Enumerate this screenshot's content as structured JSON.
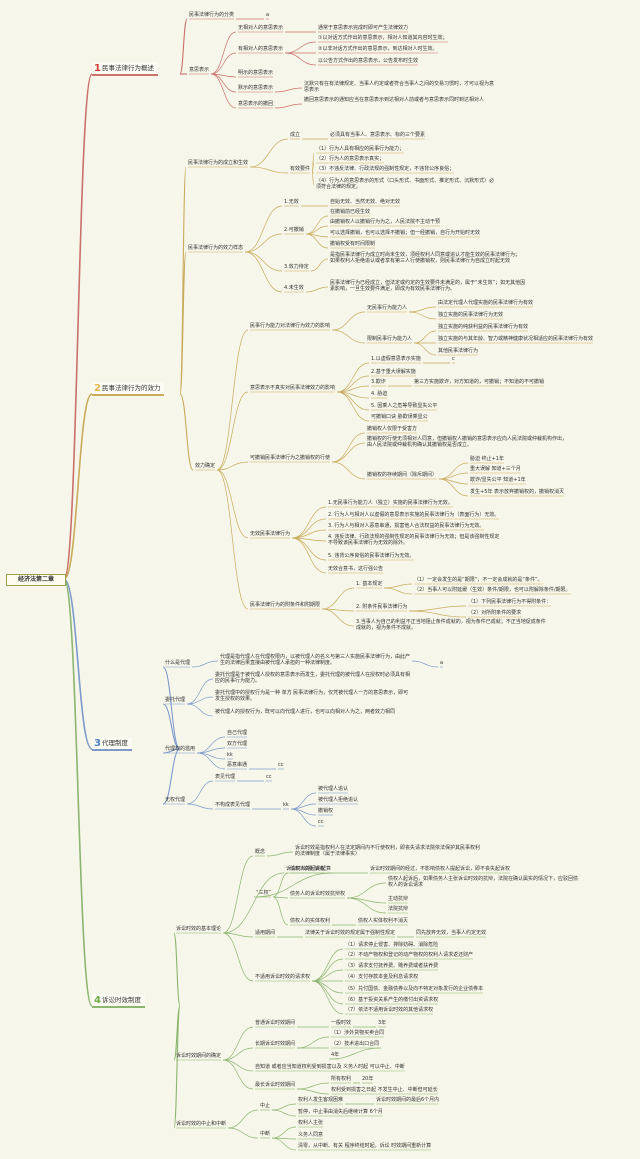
{
  "root": "经济法第二章",
  "sections": [
    {
      "num": "1",
      "title": "民事法律行为概述",
      "color": "#d23c35"
    },
    {
      "num": "2",
      "title": "民事法律行为的效力",
      "color": "#e3b74a"
    },
    {
      "num": "3",
      "title": "代理制度",
      "color": "#4f7fc7"
    },
    {
      "num": "4",
      "title": "诉讼时效制度",
      "color": "#6fa84a"
    }
  ],
  "line_colors": {
    "s1": "#c9716b",
    "s2": "#c8ab5c",
    "s3": "#7d9acb",
    "s4": "#8cb56f"
  },
  "nodes": [
    "民事法律行为的分类",
    "a",
    "意思表示",
    "无相对人的意思表示",
    "通常于意思表示完成时即可产生法律效力",
    "有相对人的意思表示",
    "①以对话方式作出的意思表示，相对人知道其内容时生效；",
    "②以非对话方式作出的意思表示，到达相对人时生效。",
    "以公告方式作出的意思表示，公告发布时生效",
    "明示的意思表示",
    "默示的意思表示",
    "沉默只有在有法律规定、当事人约定或者符合当事人之间的交易习惯时，才可以视为意思表示",
    "意思表示的撤回",
    "撤回意思表示的通知应当在意思表示到达相对人前或者与意思表示同时到达相对人",
    "民事法律行为的成立和生效",
    "成立",
    "必须具有当事人、意思表示、标的三个要素",
    "有效要件",
    "（1）行为人具有相应的民事行为能力；",
    "（2）行为人的意思表示真实；",
    "（3）不违反法律、行政法规的强制性规定，不违背公序良俗；",
    "（4）行为人的意思表示的形式（口头形式、书面形式、推定形式、沉默形式）必须符合法律的规定。",
    "民事法律行为的效力样态",
    "1.无效",
    "自始无效、当然无效、绝对无效",
    "2.可撤销",
    "在撤销前已经生效",
    "由撤销权人以撤销行为为之，人民法院不主动干预",
    "可以选择撤销，也可以选择不撤销；但一经撤销，自行为开始时无效",
    "撤销权受有时间限制",
    "3.效力待定",
    "是指民事法律行为成立时尚未生效，须经权利人同意或追认才能生效的民事法律行为；如果权利人拒绝追认或者享有第三人行使撤销权，则民事法律行为自成立时起无效",
    "4.未生效",
    "民事法律行为已经成立，但法定或约定的生效要件未满足的，属于“未生效”；如无其他因素影响，一旦生效要件满足，即成为有效民事法律行为。",
    "效力确定",
    "民事行为能力对法律行为效力的影响",
    "无民事行为能力人",
    "由法定代理人代理实施的民事法律行为有效",
    "独立实施的民事法律行为无效",
    "限制民事行为能力人",
    "独立实施的纯获利益的民事法律行为有效",
    "独立实施的与其年龄、智力或精神健康状况相适应的民事法律行为有效",
    "其他民事法律行为",
    "意思表示不真实对民事法律效力的影响",
    "1.以虚假意思表示实施",
    "c",
    "2.基于重大误解实施",
    "3.欺诈",
    "第三方实施欺诈，对方知道的，可撤销；不知道的不可撤销",
    "4. 胁迫",
    "5. 因乘人之危等导致显失公平",
    "可撤销口诀 胁欺误乘显公",
    "可撤销民事法律行为之撤销权的行使",
    "撤销权人仅限于受害方",
    "撤销权的行使无须相对人同意，但撤销权人撤销的意思表示应向人民法院或仲裁机构作出，由人民法院或仲裁机构确认其撤销权是否成立。",
    "撤销权的存续期间（除斥期间）",
    "胁迫 终止+1年",
    "重大误解 知道+三个月",
    "欺诈/显失公平 知道+1年",
    "发生+5年 表示放弃撤销权的，撤销权消灭",
    "无效民事法律行为",
    "1.无民事行为能力人（独立）实施的民事法律行为无效。",
    "2. 行为人与相对人以虚假的意思表示实施的民事法律行为（表面行为）无效。",
    "3. 行为人与相对人恶意串通，损害他人合法权益的民事法律行为无效。",
    "4. 违反法律、行政法规的强制性规定的民事法律行为无效；但是该强制性规定不导致该民事法律行为无效的除外。",
    "5. 违背公序良俗的民事法律行为无效。",
    "无效合意书，这行强公告",
    "民事法律行为的附条件和附期限",
    "1. 基本规定",
    "（1）一定会发生的是“期限”，不一定会成就的是“条件”。",
    "（2）当事人可以附延缓（生效）条件/期限，也可以附解除条件/期限。",
    "2. 附条件民事法律行为",
    "（1）下列民事法律行为不得附条件：",
    "（2）对所附条件的要求",
    "3.当事人为自己的利益不正当地阻止条件成就的，视为条件已成就；不正当地促成条件成就的，视为条件不成就。",
    "什么是代理",
    "代理是指代理人在代理权限内，以被代理人的名义与第三人实施民事法律行为，由此产生的法律后果直接由被代理人承担的一种法律制度。",
    "a",
    "委托代理",
    "委托代理是于被代理人授权的意思表示而发生，委托代理的被代理人在授权时必须具有相应的民事行为能力。",
    "委托代理中的授权行为是一种 单方 民事法律行为，仅凭被代理人一方的意思表示，即可发生授权的效果。",
    "被代理人的授权行为，既可以向代理人进行，也可以向相对人为之，两者效力相同",
    "代理权的滥用",
    "自己代理",
    "双方代理",
    "kk",
    "恶意串通",
    "cc",
    "无权代理",
    "表见代理",
    "cc",
    "不构成表见代理",
    "kk",
    "被代理人追认",
    "被代理人拒绝追认",
    "撤销权",
    "cc",
    "诉讼时效的基本理论",
    "概念",
    "诉讼时效是指权利人在法定期间内不行使权利，即丧失请求法院依法保护其民事权利的法律制度（属于法律事实）",
    "诉讼时效期间的起算",
    "“三权”",
    "债权人的起诉权",
    "诉讼时效期间的经过，不影响债权人提起诉讼，即不丧失起诉权",
    "债务人的诉讼时效抗辩权",
    "债权人起诉后，如果债务人主张诉讼时效的抗辩，法院在确认属实的情况下，应驳回债权人的诉讼请求",
    "主动抗辩",
    "法院抗辩",
    "债权人的实体权利",
    "债权人实体权利不消灭",
    "适用期间",
    "法律关于诉讼时效的规定属于强制性规定",
    "同先放弃无效，当事人约定无效",
    "不适用诉讼时效的请求权",
    "（1）请求停止侵害、排除妨碍、消除危险",
    "（2）不动产物权和登记的动产物权的权利人请求返还财产",
    "（3）请求支付抚养费、赡养费或者扶养费",
    "（4）支付存款本金及利息请求权",
    "（5）兑付国债、金融债券以及向不特定对象发行的企业债券本",
    "（6）基于投资关系产生的缴付出资请求权",
    "（7）依法不适用诉讼时效的其他请求权",
    "诉讼时效期间的确定",
    "普通诉讼时效期间",
    "一般时效",
    "3年",
    "长期诉讼时效期间",
    "（1）涉外货物买卖合同",
    "（2）技术进出口合同",
    "4年",
    "自知道 或者应当知道权利受到损害以及 义务人时起 可以中止、中断",
    "最长诉讼时效期间",
    "所有权利",
    "20年",
    "权利受到损害之日起 不发生中止、中断但可延长",
    "诉讼时效的中止和中断",
    "中止",
    "权利人发生客观困难",
    "诉讼时效期间的最后6个月内",
    "暂停，中止事由消失后继续计算 6个月",
    "中断",
    "权利人主张",
    "义务人同意",
    "清零，从中断、有关 程序终结时起，诉讼 时效期间重新计算"
  ]
}
